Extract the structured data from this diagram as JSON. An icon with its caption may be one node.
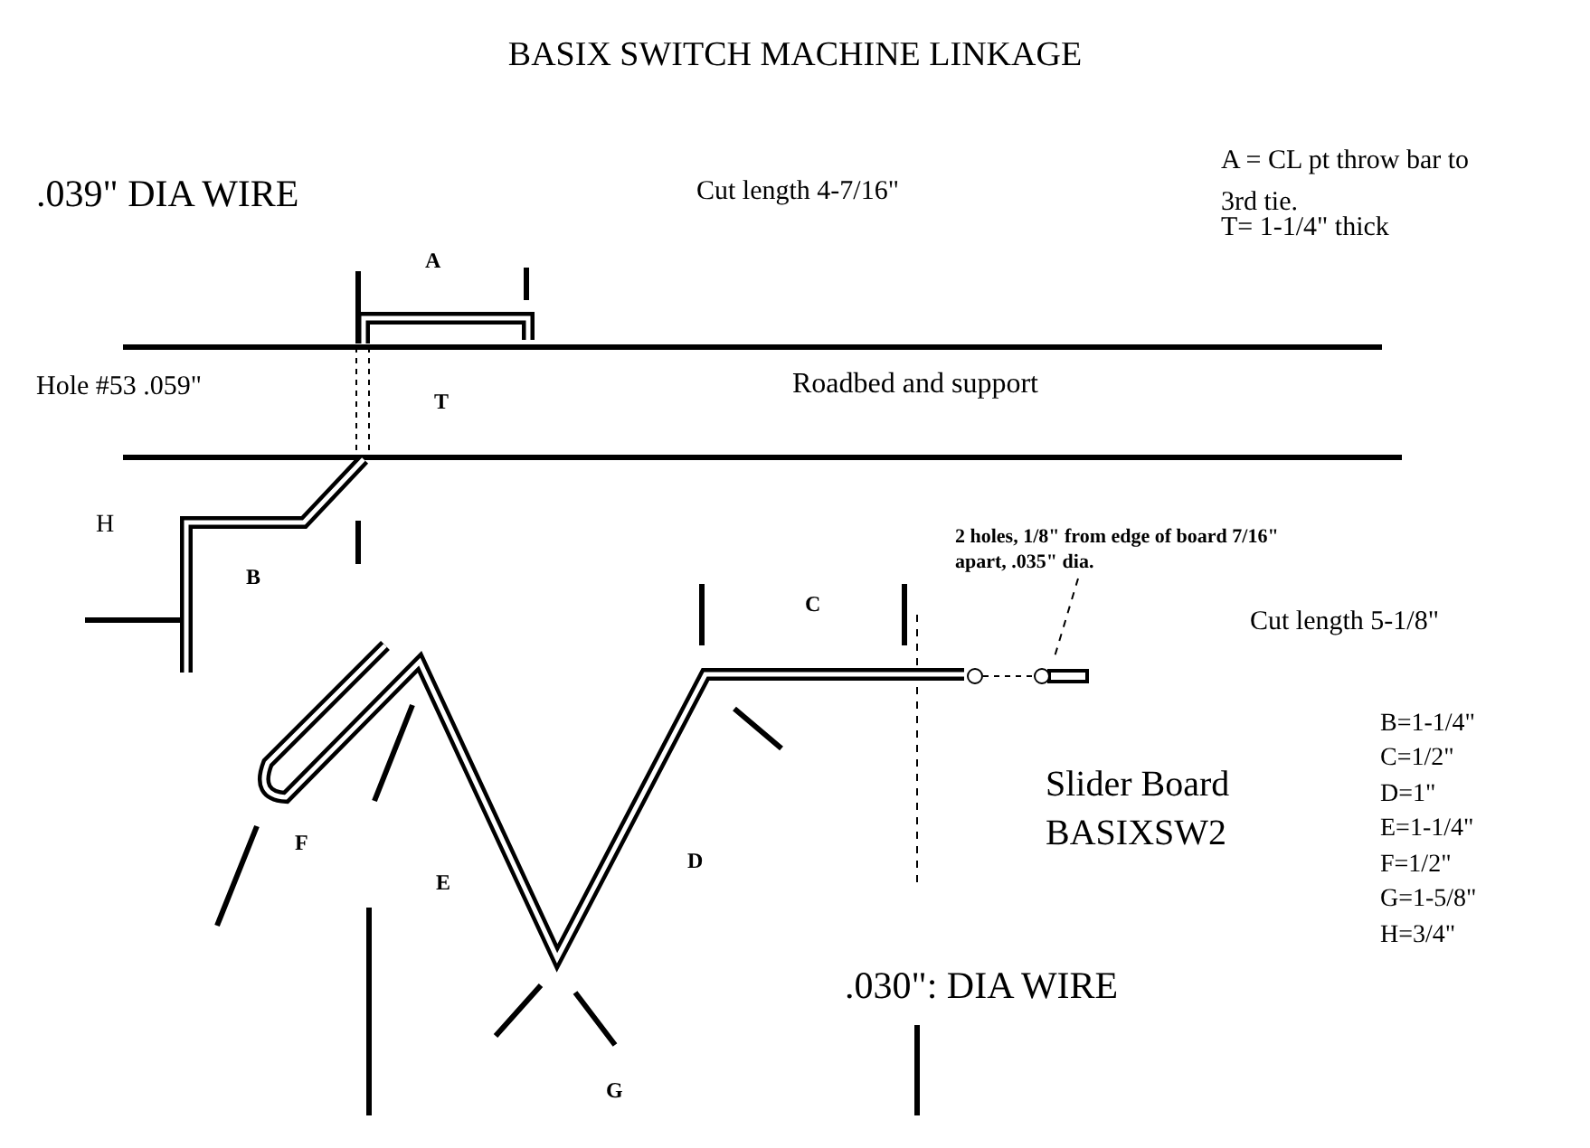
{
  "diagram": {
    "title": "BASIX SWITCH MACHINE LINKAGE",
    "nodes": [
      {
        "text": [
          "2 holes, 1/8\" from edge of board 7/16\" apart, .035\" dia."
        ]
      },
      {
        "text": [],
        "shape": "circle"
      },
      {
        "text": [],
        "shape": "circle"
      }
    ],
    "edges": [
      {
        "from": 0,
        "to": 2,
        "arrow": "none",
        "style": "dashed"
      },
      {
        "from": 1,
        "to": 2,
        "arrow": "none",
        "style": "dashed"
      }
    ],
    "labels": [
      ".039\" DIA WIRE",
      "Cut length 4-7/16\"",
      "A = CL pt throw bar to 3rd tie.",
      "T= 1-1/4\" thick",
      "A",
      "Hole #53 .059\"",
      "T",
      "Roadbed and support",
      "H",
      "B",
      "C",
      "Cut length 5-1/8\"",
      "B=1-1/4\"",
      "C=1/2\"",
      "D=1\"",
      "E=1-1/4\"",
      "F=1/2\"",
      "G=1-5/8\"",
      "H=3/4\"",
      "Slider Board BASIXSW2",
      "F",
      "E",
      "D",
      ".030\": DIA WIRE",
      "G"
    ]
  }
}
